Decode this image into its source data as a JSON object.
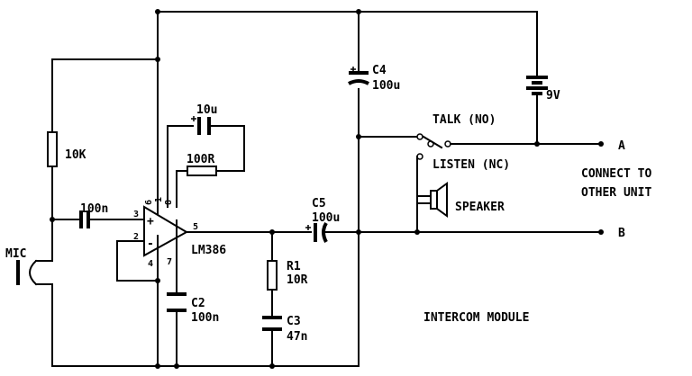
{
  "diagram": {
    "title": "INTERCOM MODULE",
    "connect_line1": "CONNECT TO",
    "connect_line2": "OTHER UNIT",
    "terminal_a": "A",
    "terminal_b": "B",
    "switch_talk": "TALK (NO)",
    "switch_listen": "LISTEN (NC)",
    "speaker": "SPEAKER",
    "mic": "MIC",
    "ic": "LM386",
    "r_bias": "10K",
    "c_in": "100n",
    "c_gain": "10u",
    "r_gain": "100R",
    "c4_name": "C4",
    "c4_value": "100u",
    "battery": "9V",
    "c5_name": "C5",
    "c5_value": "100u",
    "r1_name": "R1",
    "r1_value": "10R",
    "c2_name": "C2",
    "c2_value": "100n",
    "c3_name": "C3",
    "c3_value": "47n",
    "pin1": "1",
    "pin2": "2",
    "pin3": "3",
    "pin4": "4",
    "pin5": "5",
    "pin6": "6",
    "pin7": "7",
    "pin8": "8",
    "plus_sign": "+",
    "minus_sign": "-"
  }
}
